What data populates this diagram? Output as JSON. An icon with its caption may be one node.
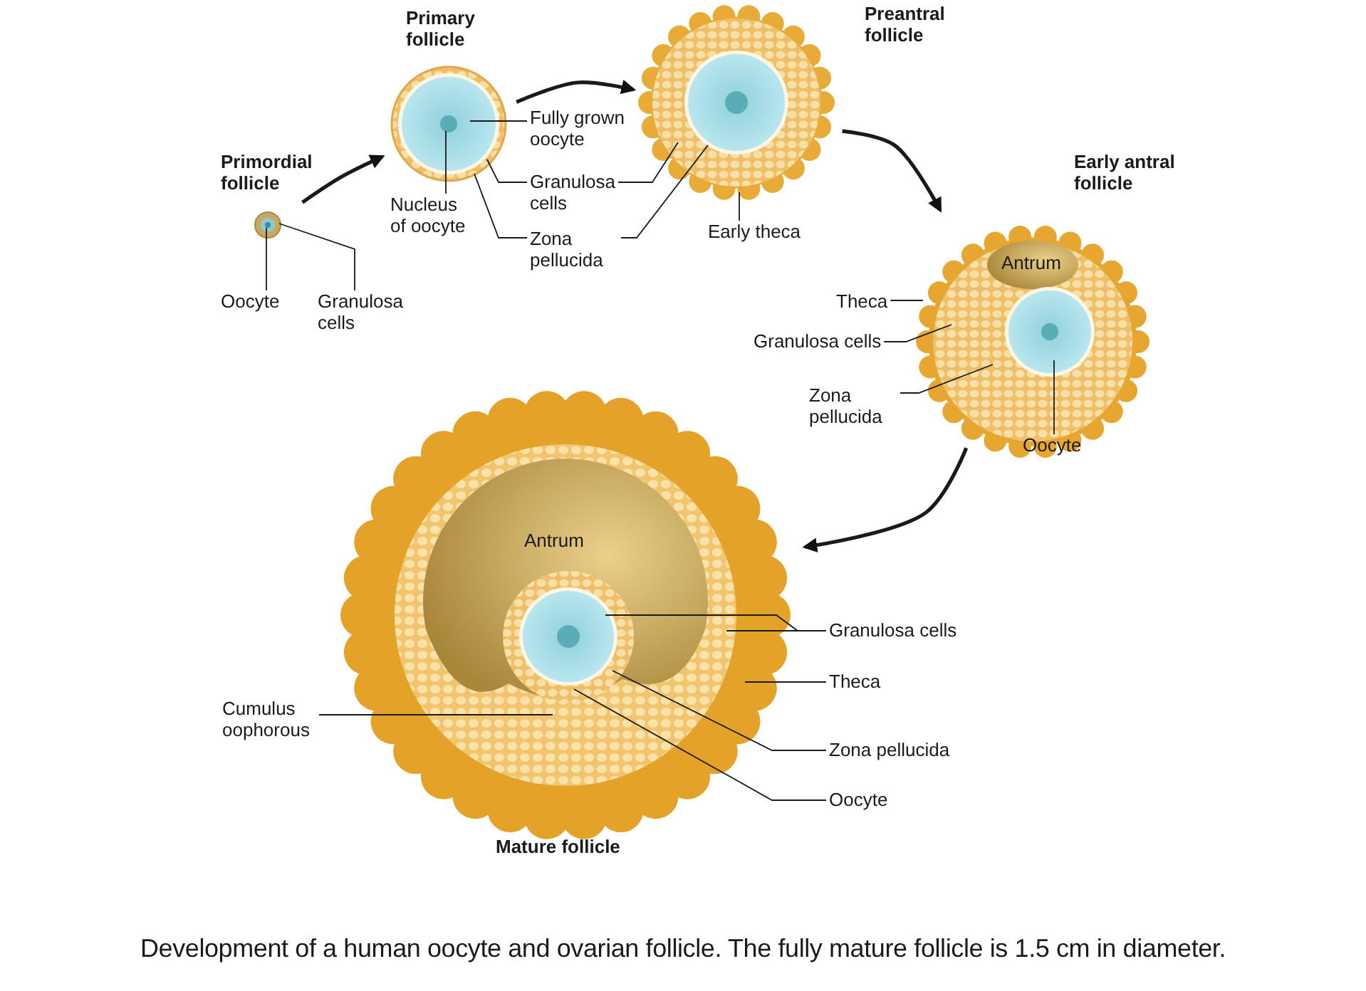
{
  "diagram": {
    "caption": "Development of a human oocyte and ovarian follicle. The fully mature follicle is 1.5 cm in diameter.",
    "nodes": [
      {
        "text": [
          "Primordial follicle"
        ]
      },
      {
        "text": [
          "Primary follicle"
        ]
      },
      {
        "text": [
          "Preantral follicle"
        ]
      },
      {
        "text": [
          "Early antral follicle"
        ]
      },
      {
        "text": [
          "Mature follicle"
        ]
      },
      {
        "text": [
          "Oocyte"
        ]
      },
      {
        "text": [
          "Granulosa cells"
        ]
      },
      {
        "text": [
          "Fully grown oocyte"
        ]
      },
      {
        "text": [
          "Nucleus of oocyte"
        ]
      },
      {
        "text": [
          "Granulosa cells"
        ]
      },
      {
        "text": [
          "Zona pellucida"
        ]
      },
      {
        "text": [
          "Early theca"
        ]
      },
      {
        "text": [
          "Theca"
        ]
      },
      {
        "text": [
          "Granulosa cells"
        ]
      },
      {
        "text": [
          "Zona pellucida"
        ]
      },
      {
        "text": [
          "Oocyte"
        ]
      },
      {
        "text": [
          "Granulosa cells"
        ]
      },
      {
        "text": [
          "Theca"
        ]
      },
      {
        "text": [
          "Zona pellucida"
        ]
      },
      {
        "text": [
          "Oocyte"
        ]
      },
      {
        "text": [
          "Cumulus oophorous"
        ]
      }
    ],
    "edges": [
      {
        "from": 0,
        "to": 1,
        "arrow": "to",
        "style": "thick"
      },
      {
        "from": 1,
        "to": 2,
        "arrow": "to",
        "style": "thick"
      },
      {
        "from": 2,
        "to": 3,
        "arrow": "to",
        "style": "thick"
      },
      {
        "from": 3,
        "to": 4,
        "arrow": "to",
        "style": "thick"
      },
      {
        "from": 5,
        "to": 0,
        "arrow": "none"
      },
      {
        "from": 6,
        "to": 0,
        "arrow": "none"
      },
      {
        "from": 7,
        "to": 1,
        "arrow": "none"
      },
      {
        "from": 8,
        "to": 1,
        "arrow": "none"
      },
      {
        "from": 9,
        "to": 1,
        "arrow": "none"
      },
      {
        "from": 9,
        "to": 2,
        "arrow": "none"
      },
      {
        "from": 10,
        "to": 1,
        "arrow": "none"
      },
      {
        "from": 10,
        "to": 2,
        "arrow": "none"
      },
      {
        "from": 11,
        "to": 2,
        "arrow": "none"
      },
      {
        "from": 12,
        "to": 3,
        "arrow": "none"
      },
      {
        "from": 13,
        "to": 3,
        "arrow": "none"
      },
      {
        "from": 14,
        "to": 3,
        "arrow": "none"
      },
      {
        "from": 15,
        "to": 3,
        "arrow": "none"
      },
      {
        "from": 16,
        "to": 4,
        "arrow": "none"
      },
      {
        "from": 16,
        "to": 4,
        "arrow": "none"
      },
      {
        "from": 17,
        "to": 4,
        "arrow": "none"
      },
      {
        "from": 18,
        "to": 4,
        "arrow": "none"
      },
      {
        "from": 19,
        "to": 4,
        "arrow": "none"
      },
      {
        "from": 20,
        "to": 4,
        "arrow": "none"
      }
    ],
    "labels": [
      "Antrum",
      "Antrum"
    ]
  }
}
